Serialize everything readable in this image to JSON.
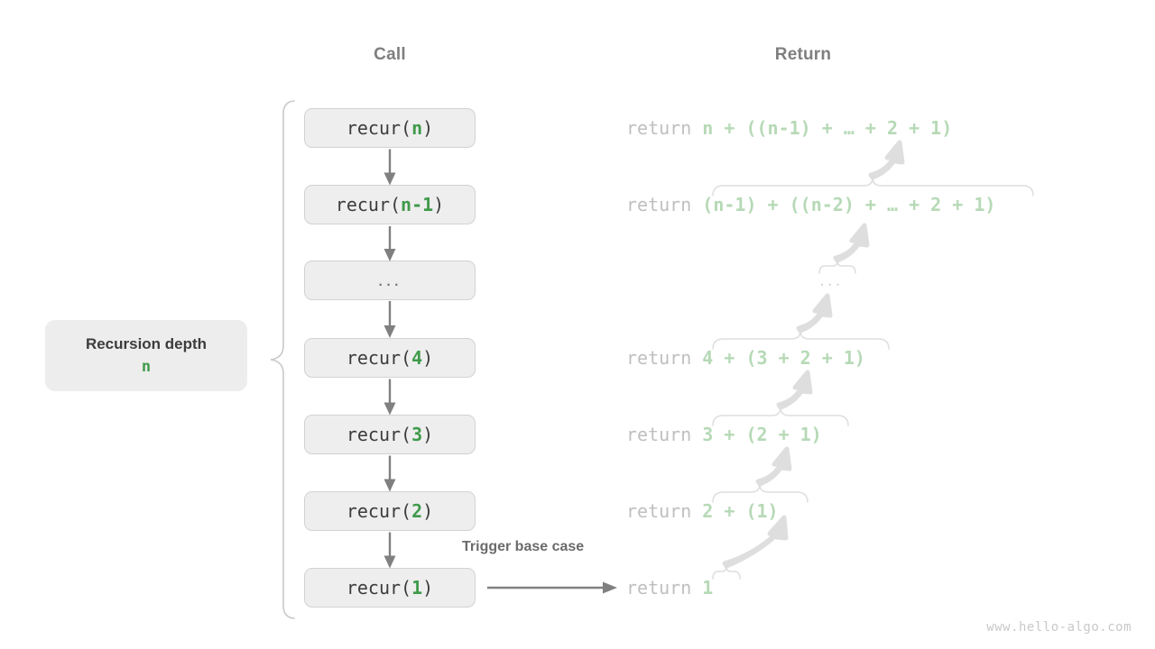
{
  "headers": {
    "call": "Call",
    "return": "Return"
  },
  "depth_label": {
    "title": "Recursion depth",
    "value": "n"
  },
  "trigger": {
    "label": "Trigger base case"
  },
  "calls": [
    {
      "prefix": "recur(",
      "arg": "n",
      "suffix": ")",
      "full": "recur(n)"
    },
    {
      "prefix": "recur(",
      "arg": "n-1",
      "suffix": ")",
      "full": "recur(n-1)"
    },
    {
      "prefix": "",
      "arg": "",
      "suffix": "",
      "full": "..."
    },
    {
      "prefix": "recur(",
      "arg": "4",
      "suffix": ")",
      "full": "recur(4)"
    },
    {
      "prefix": "recur(",
      "arg": "3",
      "suffix": ")",
      "full": "recur(3)"
    },
    {
      "prefix": "recur(",
      "arg": "2",
      "suffix": ")",
      "full": "recur(2)"
    },
    {
      "prefix": "recur(",
      "arg": "1",
      "suffix": ")",
      "full": "recur(1)"
    }
  ],
  "returns": [
    {
      "keyword": "return ",
      "expr": "n + ((n-1) + … + 2 + 1)",
      "full": "return n + ((n-1) + … + 2 + 1)"
    },
    {
      "keyword": "return ",
      "expr": "(n-1) + ((n-2) + … + 2 + 1)",
      "full": "return (n-1) + ((n-2) + … + 2 + 1)"
    },
    {
      "keyword": "",
      "expr": "...",
      "full": "..."
    },
    {
      "keyword": "return ",
      "expr": "4 + (3 + 2 + 1)",
      "full": "return 4 + (3 + 2 + 1)"
    },
    {
      "keyword": "return ",
      "expr": "3 + (2 + 1)",
      "full": "return 3 + (2 + 1)"
    },
    {
      "keyword": "return ",
      "expr": "2 + (1)",
      "full": "return 2 + (1)"
    },
    {
      "keyword": "return ",
      "expr": "1",
      "full": "return 1"
    }
  ],
  "colors": {
    "green": "#3f9a4b",
    "green_light": "#b6d9b6",
    "gray_text": "#3c3c3c",
    "gray_muted": "#7f7f7f",
    "gray_faint": "#bfbfbf",
    "box_fill": "#eeeeee",
    "box_border": "#d2d2d2",
    "arrow": "#808080",
    "arrow_faint": "#dedede"
  },
  "watermark": "www.hello-algo.com"
}
